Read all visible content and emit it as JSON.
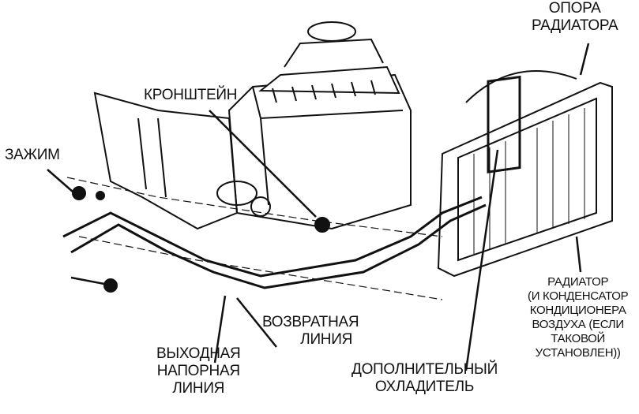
{
  "labels": {
    "radiator_support": [
      "ОПОРА",
      "РАДИАТОРА"
    ],
    "bracket": "КРОНШТЕЙН",
    "clamp": "ЗАЖИМ",
    "return_line": [
      "ВОЗВРАТНАЯ",
      "ЛИНИЯ"
    ],
    "outlet_line": [
      "ВЫХОДНАЯ",
      "НАПОРНАЯ",
      "ЛИНИЯ"
    ],
    "aux_cooler": [
      "ДОПОЛНИТЕЛЬНЫЙ",
      "ОХЛАДИТЕЛЬ"
    ],
    "radiator": [
      "РАДИАТОР",
      "(И КОНДЕНСАТОР",
      "КОНДИЦИОНЕРА",
      "ВОЗДУХА (ЕСЛИ",
      "ТАКОВОЙ",
      "УСТАНОВЛЕН))"
    ]
  }
}
